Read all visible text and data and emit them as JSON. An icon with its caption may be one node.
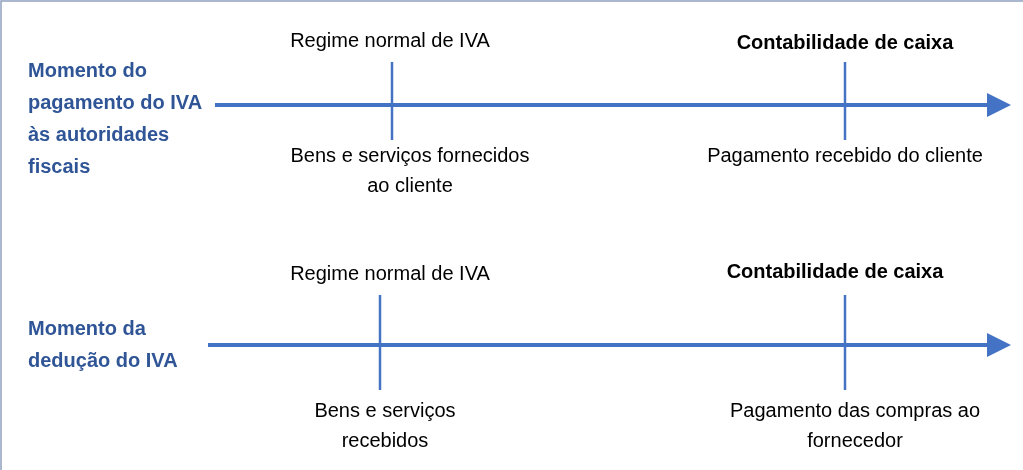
{
  "diagram": {
    "labels": [
      "Regime normal de IVA",
      "Contabilidade de caixa",
      "Momento do pagamento do IVA às autoridades fiscais",
      "Bens e serviços fornecidos ao cliente",
      "Pagamento recebido do cliente",
      "Regime normal de IVA",
      "Contabilidade de caixa",
      "Momento da dedução do IVA",
      "Bens e serviços recebidos",
      "Pagamento das compras ao fornecedor"
    ]
  }
}
